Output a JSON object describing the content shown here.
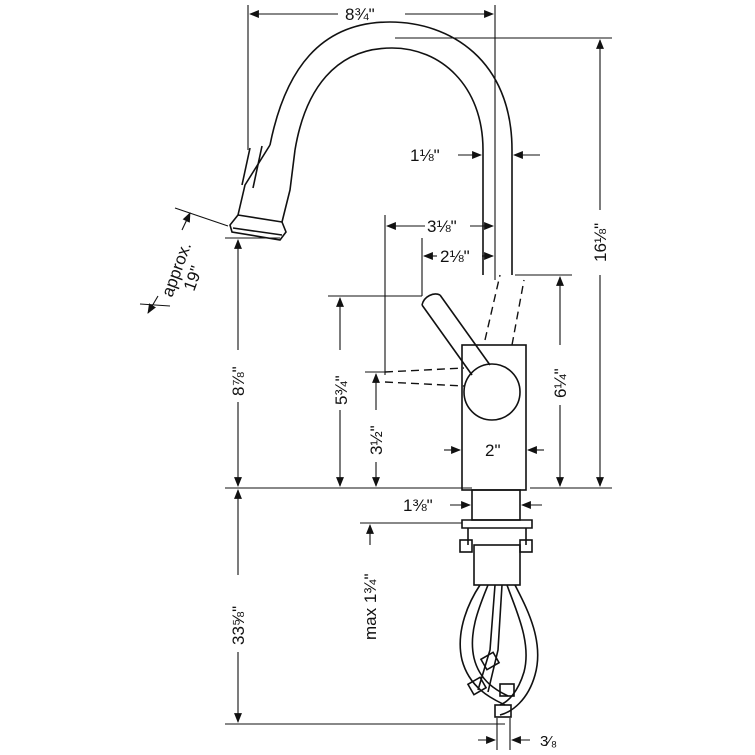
{
  "dimensions": {
    "width_top": "8¾\"",
    "height_total": "16⅛\"",
    "spout_width": "1⅛\"",
    "handle_reach_long": "3⅛\"",
    "handle_reach_short": "2⅛\"",
    "handle_height_right": "6¼\"",
    "handle_height_left": "5¾\"",
    "body_lower_height": "3½\"",
    "body_width": "2\"",
    "spray_clearance": "8⅞\"",
    "hose_pullout_approx": "approx.",
    "hose_pullout_value": "19\"",
    "base_width": "1⅜\"",
    "deck_thickness": "max 1¾\"",
    "below_deck": "33⅝\"",
    "connector": "3⁄₈"
  },
  "colors": {
    "line": "#111111",
    "background": "#ffffff"
  }
}
